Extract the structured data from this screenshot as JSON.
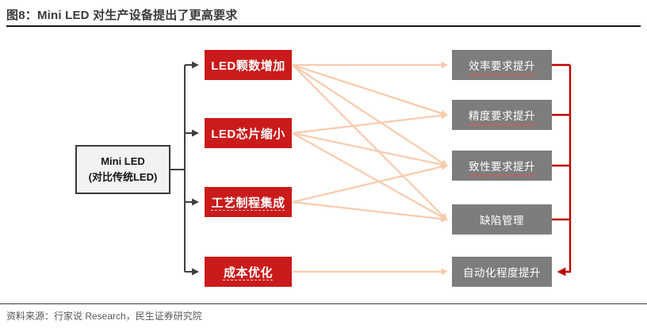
{
  "title": "图8：Mini LED 对生产设备提出了更高要求",
  "source": "资料来源：行家说 Research，民生证券研究院",
  "colors": {
    "cause_box": "#cb1a1b",
    "effect_box": "#7d7d7d",
    "flow_line": "#f8cbad",
    "collector_line": "#c00000",
    "tree_line": "#3f3f3f"
  },
  "diagram": {
    "root": {
      "line1": "Mini LED",
      "line2": "(对比传统LED)"
    },
    "causes": [
      {
        "label": "LED颗数增加",
        "squiggle": false
      },
      {
        "label": "LED芯片缩小",
        "squiggle": false
      },
      {
        "label": "工艺制程集成",
        "squiggle": true
      },
      {
        "label": "成本优化",
        "squiggle": true
      }
    ],
    "effects": [
      {
        "label": "效率要求提升",
        "squiggle": true
      },
      {
        "label": "精度要求提升",
        "squiggle": true
      },
      {
        "label": "致性要求提升",
        "squiggle": true
      },
      {
        "label": "缺陷管理",
        "squiggle": false
      },
      {
        "label": "自动化程度提升",
        "squiggle": false
      }
    ],
    "edges": [
      [
        0,
        0
      ],
      [
        0,
        1
      ],
      [
        0,
        2
      ],
      [
        0,
        3
      ],
      [
        1,
        1
      ],
      [
        1,
        2
      ],
      [
        1,
        3
      ],
      [
        2,
        2
      ],
      [
        2,
        3
      ],
      [
        3,
        4
      ]
    ]
  }
}
